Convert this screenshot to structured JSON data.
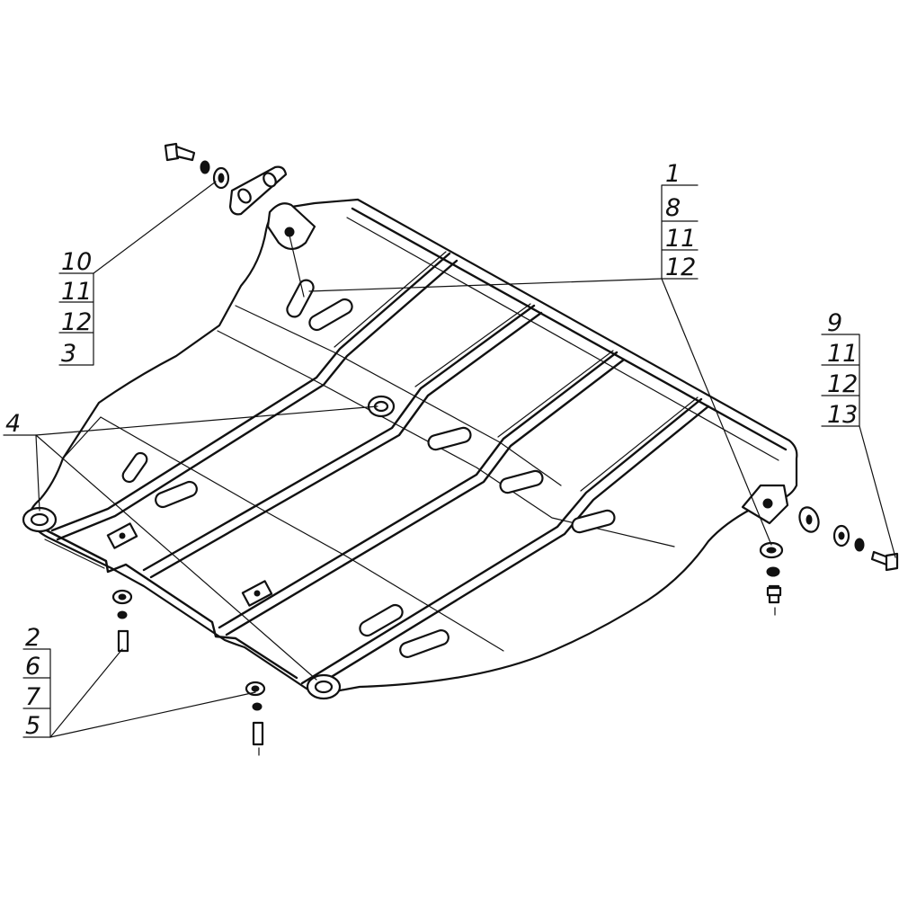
{
  "diagram": {
    "callouts": {
      "top_left": [
        "10",
        "11",
        "12",
        "3"
      ],
      "top_right": [
        "1",
        "8",
        "11",
        "12"
      ],
      "right": [
        "9",
        "11",
        "12",
        "13"
      ],
      "left": [
        "4"
      ],
      "bottom_left": [
        "2",
        "6",
        "7",
        "5"
      ]
    },
    "colors": {
      "line": "#111111",
      "background": "#ffffff"
    }
  }
}
